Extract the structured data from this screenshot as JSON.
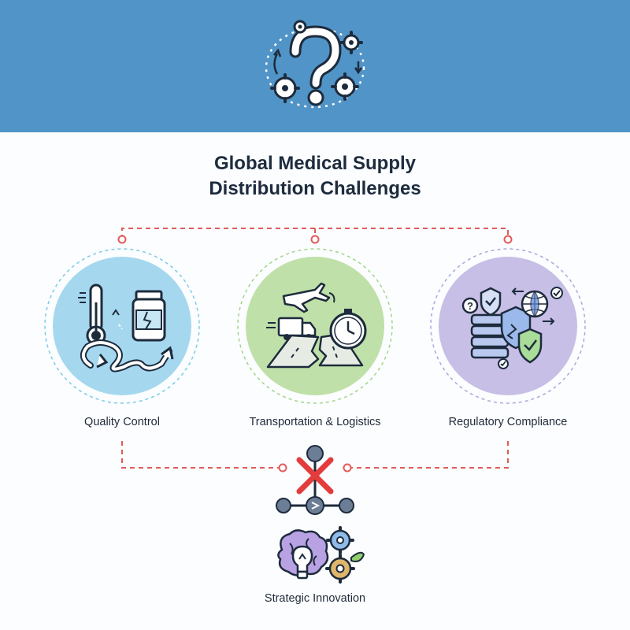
{
  "title": {
    "line1": "Global Medical Supply",
    "line2": "Distribution Challenges"
  },
  "nodes": [
    {
      "label": "Quality Control",
      "icon": "thermometer-vial-icon",
      "color": "#a5d8ef"
    },
    {
      "label": "Transportation & Logistics",
      "icon": "plane-truck-road-icon",
      "color": "#bfe0a8"
    },
    {
      "label": "Regulatory Compliance",
      "icon": "shield-globe-server-icon",
      "color": "#c7bfe6"
    }
  ],
  "bottom": {
    "label": "Strategic Innovation",
    "icon": "brain-bulb-gears-icon"
  },
  "colors": {
    "banner": "#5194c7",
    "connector": "#e25a5a",
    "cross": "#e43b3b"
  }
}
